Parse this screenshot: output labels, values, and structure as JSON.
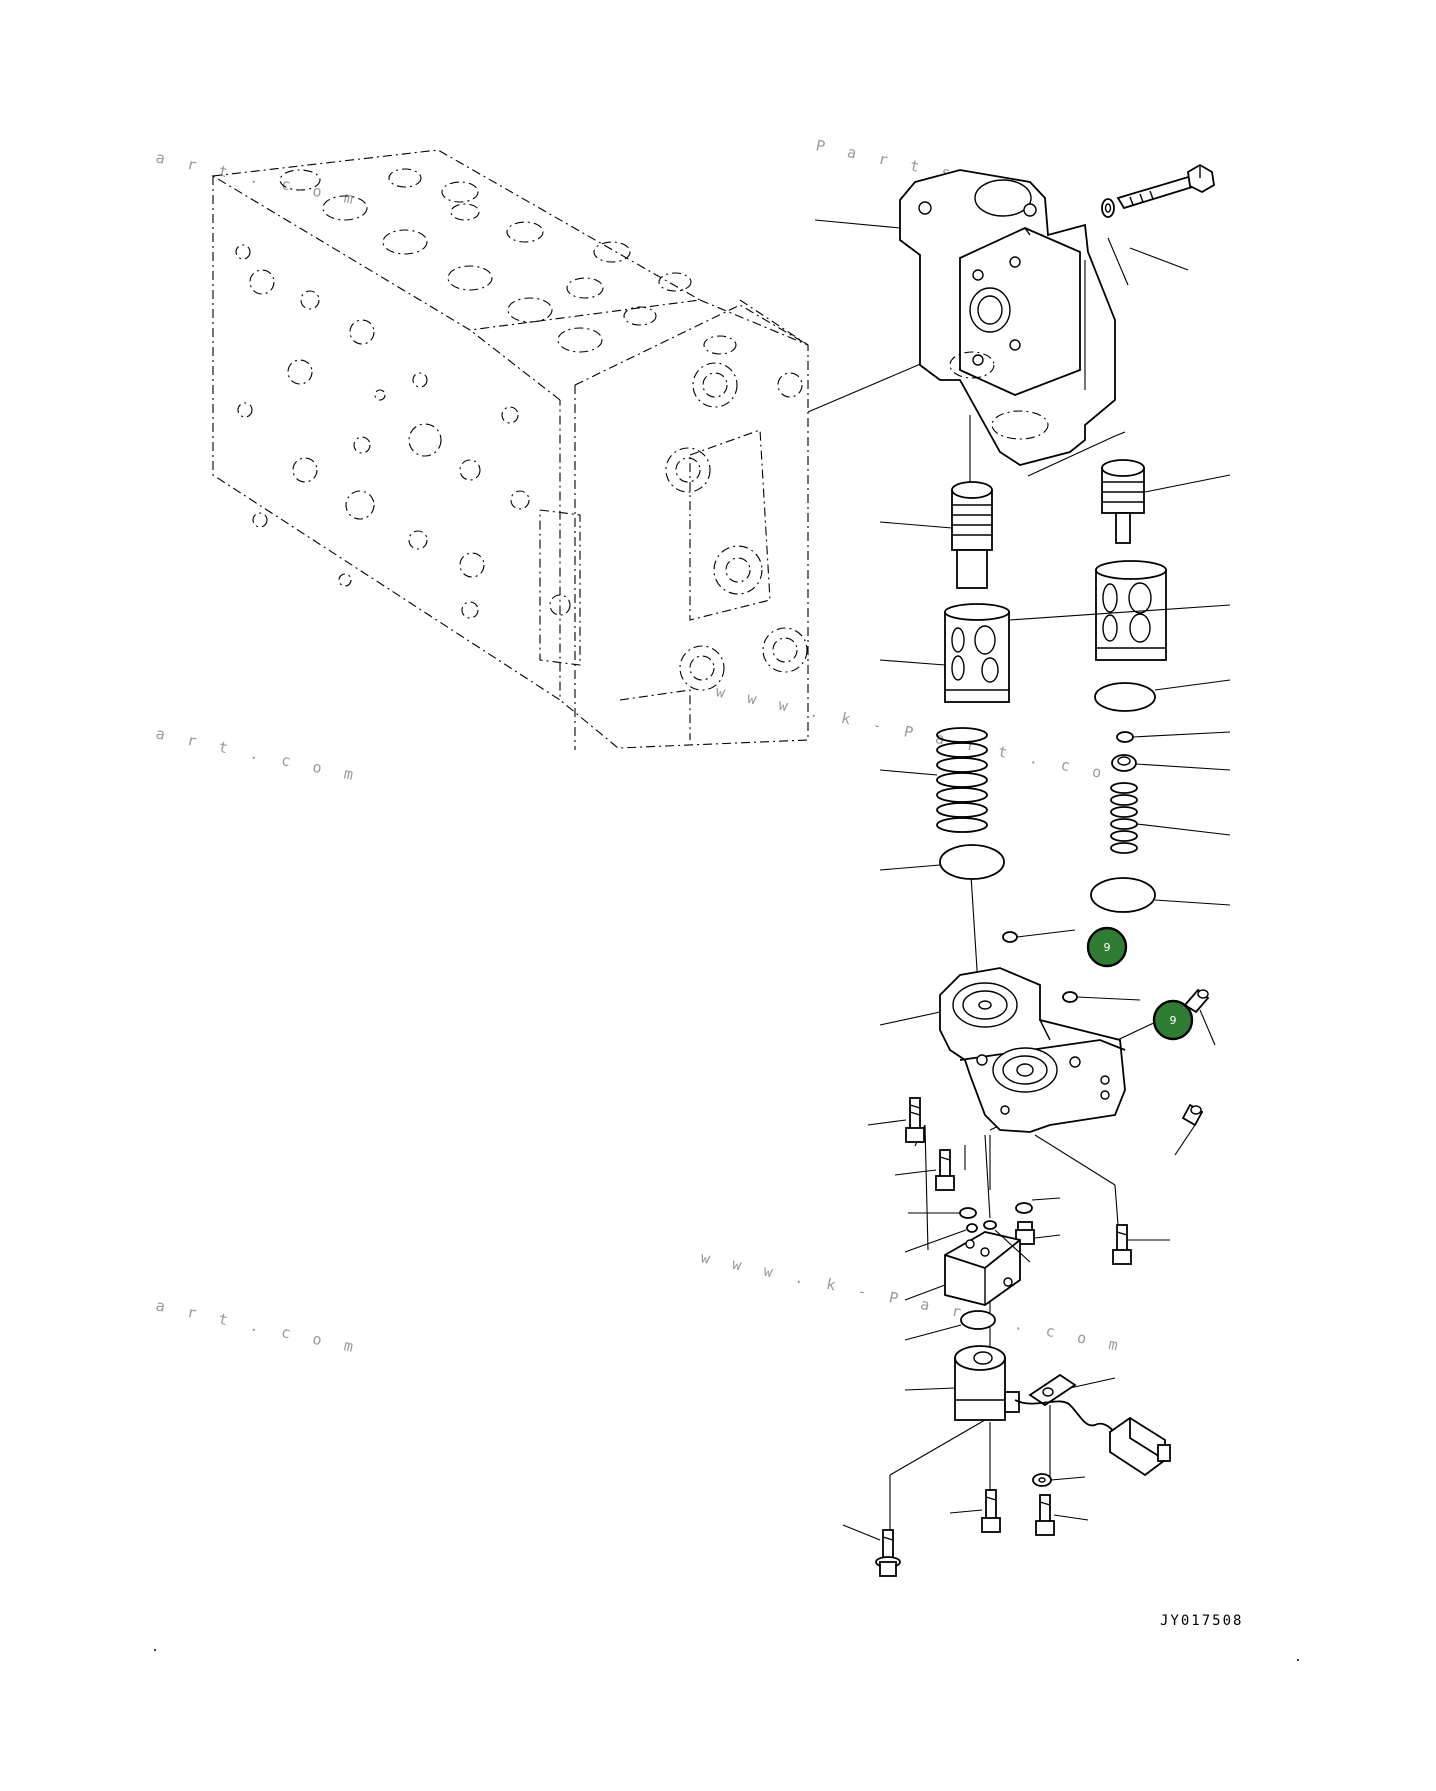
{
  "diagram": {
    "reference_code": "JY017508",
    "callouts": [
      {
        "label": "9"
      },
      {
        "label": "9"
      }
    ],
    "watermarks": [
      {
        "text": "a r t . c o m"
      },
      {
        "text": "P a r t s"
      },
      {
        "text": "w w w . k - P a r t . c o"
      },
      {
        "text": "a r t . c o m"
      },
      {
        "text": "w w w . k - P a r t . c o m"
      },
      {
        "text": "a r t . c o m"
      }
    ]
  }
}
